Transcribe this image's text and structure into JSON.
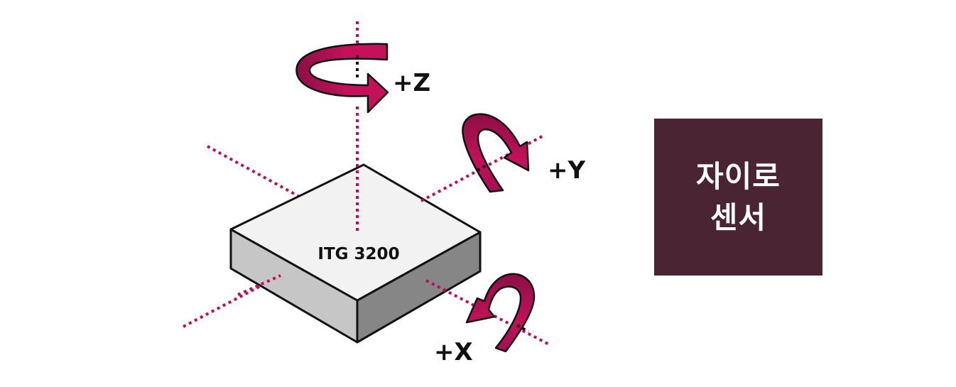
{
  "diagram": {
    "chip_label": "ITG 3200",
    "axes": {
      "z": "+Z",
      "y": "+Y",
      "x": "+X"
    }
  },
  "sensor_box": {
    "line1": "자이로",
    "line2": "센서"
  },
  "colors": {
    "accent": "#b8115a",
    "arrow_dark": "#8c0f45",
    "box_bg": "#4a2433",
    "chip_top": "#f2f2f2",
    "chip_left": "#c6c6c6",
    "chip_right": "#868686"
  }
}
